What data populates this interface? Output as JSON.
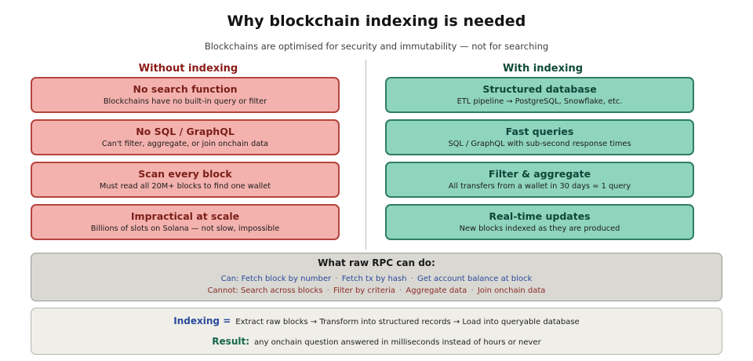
{
  "header": {
    "title": "Why blockchain indexing is needed",
    "subtitle": "Blockchains are optimised for security and immutability — not for searching"
  },
  "columns": {
    "left": {
      "heading": "Without indexing",
      "accent": "#8B1A16",
      "card_bg": "#F4B2AE",
      "card_border": "#B5443E",
      "cards": [
        {
          "title": "No search function",
          "sub": "Blockchains have no built-in query or filter"
        },
        {
          "title": "No SQL / GraphQL",
          "sub": "Can't filter, aggregate, or join onchain data"
        },
        {
          "title": "Scan every block",
          "sub": "Must read all 20M+ blocks to find one wallet"
        },
        {
          "title": "Impractical at scale",
          "sub": "Billions of slots on Solana — not slow, impossible"
        }
      ]
    },
    "right": {
      "heading": "With indexing",
      "accent": "#0E4A38",
      "card_bg": "#8FD5BD",
      "card_border": "#2E7D64",
      "cards": [
        {
          "title": "Structured database",
          "sub": "ETL pipeline → PostgreSQL, Snowflake, etc."
        },
        {
          "title": "Fast queries",
          "sub": "SQL / GraphQL with sub-second response times"
        },
        {
          "title": "Filter & aggregate",
          "sub": "All transfers from a wallet in 30 days = 1 query"
        },
        {
          "title": "Real-time updates",
          "sub": "New blocks indexed as they are produced"
        }
      ]
    }
  },
  "rpc_panel": {
    "title": "What raw RPC can do:",
    "can_label": "Can:",
    "can_items": [
      "Fetch block by number",
      "Fetch tx by hash",
      "Get account balance at block"
    ],
    "cannot_label": "Cannot:",
    "cannot_items": [
      "Search across blocks",
      "Filter by criteria",
      "Aggregate data",
      "Join onchain data"
    ],
    "separator": "·",
    "can_color": "#2B4B9B",
    "cannot_color": "#8B2C26",
    "background": "#D9D8D3"
  },
  "formula_panel": {
    "indexing_label": "Indexing =",
    "indexing_text": "Extract raw blocks → Transform into structured records → Load into queryable database",
    "result_label": "Result:",
    "result_text": "any onchain question answered in milliseconds instead of hours or never",
    "indexing_color": "#2B4B9B",
    "result_color": "#16684D",
    "background": "#EFEEE9"
  }
}
